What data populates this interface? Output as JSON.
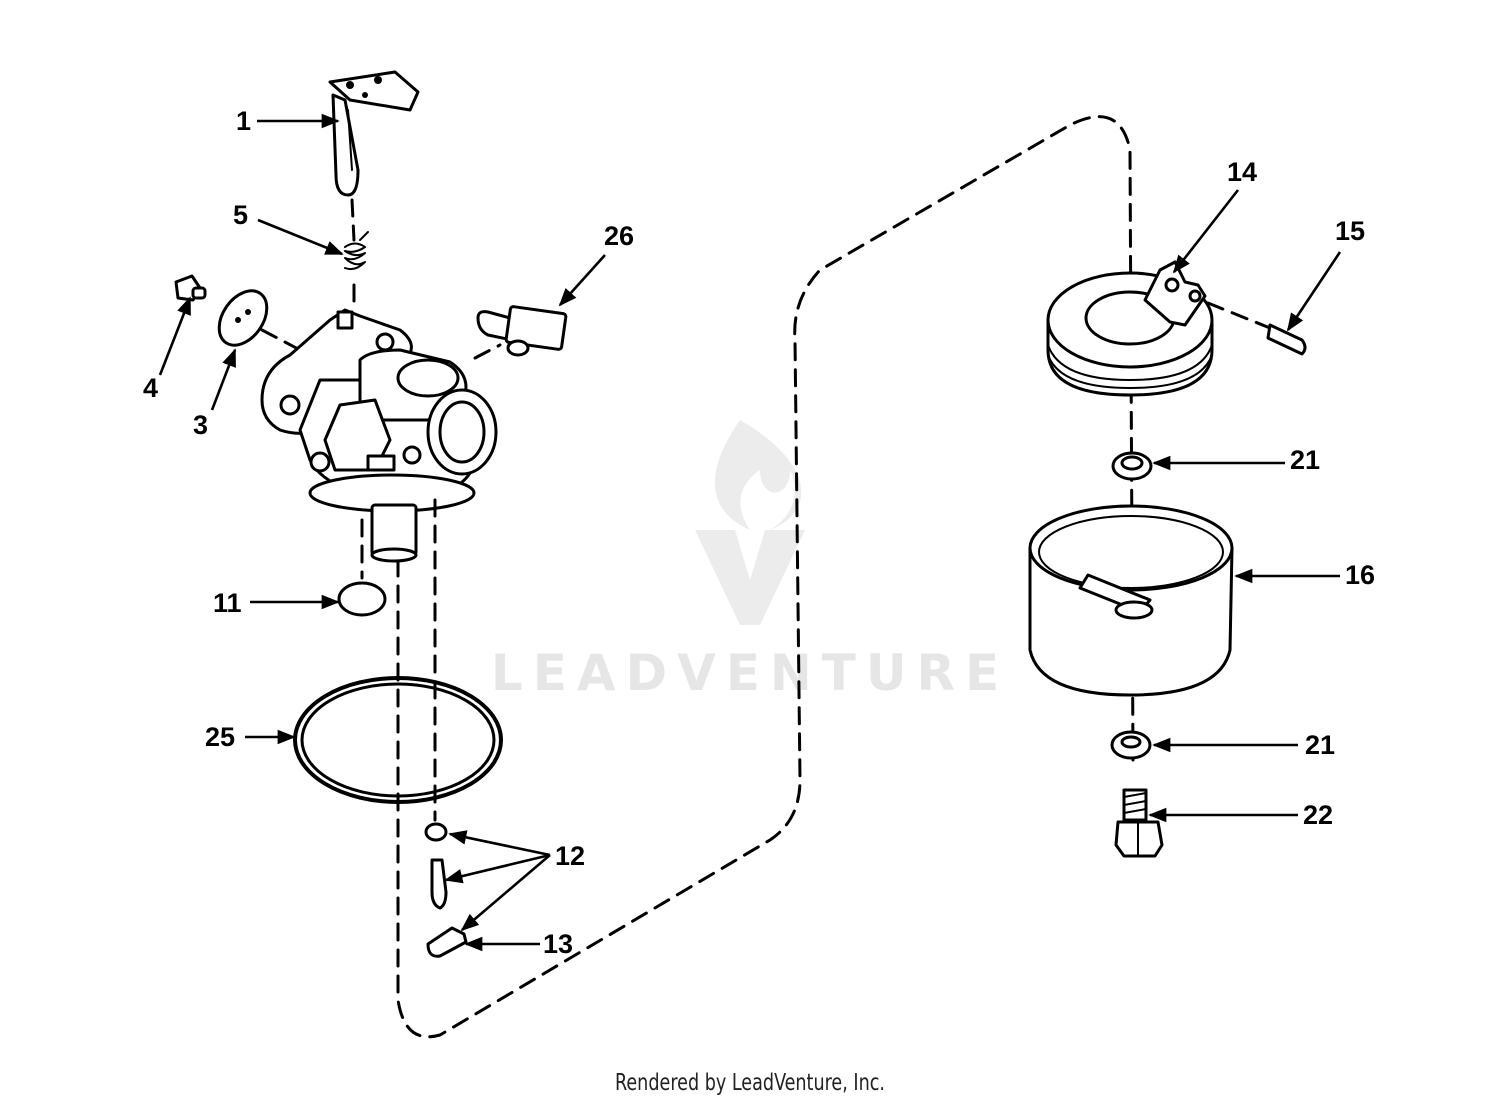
{
  "watermark": {
    "brand": "LEADVENTURE"
  },
  "footer": {
    "text": "Rendered by LeadVenture, Inc."
  },
  "callouts": {
    "c1": "1",
    "c3": "3",
    "c4": "4",
    "c5": "5",
    "c11": "11",
    "c12": "12",
    "c13": "13",
    "c14": "14",
    "c15": "15",
    "c16": "16",
    "c21a": "21",
    "c21b": "21",
    "c22": "22",
    "c25": "25",
    "c26": "26"
  }
}
